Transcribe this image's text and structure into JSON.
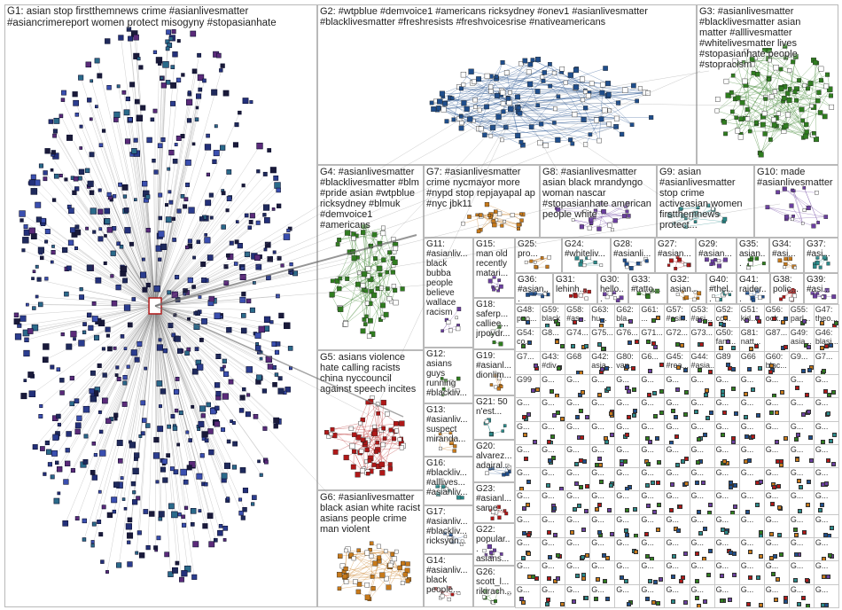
{
  "graph": {
    "groups": [
      {
        "id": "g1",
        "text": "G1: asian stop firstthemnews crime #asianlivesmatter #asiancrimereport women protect misogyny #stopasianhate"
      },
      {
        "id": "g2",
        "text": "G2: #wtpblue #demvoice1 #americans ricksydney #onev1 #asianlivesmatter #blacklivesmatter #freshresists #freshvoicesrise #nativeamericans"
      },
      {
        "id": "g3",
        "text": "G3: #asianlivesmatter #blacklivesmatter asian matter #alllivesmatter #whitelivesmatter lives #stopasianhate people #stopracism"
      },
      {
        "id": "g4",
        "text": "G4: #asianlivesmatter #blacklivesmatter #blm #pride asian #wtpblue ricksydney #blmuk #demvoice1 #americans"
      },
      {
        "id": "g7",
        "text": "G7: #asianlivesmatter crime nycmayor more #nypd stop repjayapal ap #nyc jbk11"
      },
      {
        "id": "g8",
        "text": "G8: #asianlivesmatter asian black mrandyngo woman nascar #stopasianhate american people white"
      },
      {
        "id": "g9",
        "text": "G9: asian #asianlivesmatter stop crime activeasian women firstthemnews protect..."
      },
      {
        "id": "g10",
        "text": "G10: made #asianlivesmatter"
      },
      {
        "id": "g5",
        "text": "G5: asians violence hate calling racists china nyccouncil against speech incites"
      },
      {
        "id": "g6",
        "text": "G6: #asianlivesmatter black asian white racist asians people crime man violent"
      },
      {
        "id": "g11",
        "text": "G11: #asianliv... black bubba people believe wallace racism"
      },
      {
        "id": "g15",
        "text": "G15: man old recently matari..."
      },
      {
        "id": "g25",
        "text": "G25: pro..."
      },
      {
        "id": "g24",
        "text": "G24: #whiteliv..."
      },
      {
        "id": "g28",
        "text": "G28: #asianli..."
      },
      {
        "id": "g27",
        "text": "G27: #asian..."
      },
      {
        "id": "g29",
        "text": "G29: #asian..."
      },
      {
        "id": "g35",
        "text": "G35: asian..."
      },
      {
        "id": "g34",
        "text": "G34: #asi..."
      },
      {
        "id": "g37",
        "text": "G37: #asi..."
      },
      {
        "id": "g36",
        "text": "G36: #asian..."
      },
      {
        "id": "g31",
        "text": "G31: lehinh..."
      },
      {
        "id": "g30",
        "text": "G30: hello..."
      },
      {
        "id": "g33",
        "text": "G33: #tatto..."
      },
      {
        "id": "g32",
        "text": "G32: asian..."
      },
      {
        "id": "g40",
        "text": "G40: #thel..."
      },
      {
        "id": "g41",
        "text": "G41: raider..."
      },
      {
        "id": "g38",
        "text": "G38: polic..."
      },
      {
        "id": "g39",
        "text": "G39: #asi..."
      },
      {
        "id": "g18",
        "text": "G18: saferp... calliee... jrpoydr..."
      },
      {
        "id": "g19",
        "text": "G19: #asianl... dionlim..."
      },
      {
        "id": "g12",
        "text": "G12: asians guys running #blackliv..."
      },
      {
        "id": "g21",
        "text": "G21: 50 n'est..."
      },
      {
        "id": "g13",
        "text": "G13: #asianliv... suspect miranda..."
      },
      {
        "id": "g20",
        "text": "G20: alvarez... adairal..."
      },
      {
        "id": "g16",
        "text": "G16: #blackliv... #alllives... #asianliv..."
      },
      {
        "id": "g23",
        "text": "G23: #asianl... same..."
      },
      {
        "id": "g17",
        "text": "G17: #asianliv... #blackliv... ricksydn..."
      },
      {
        "id": "g22",
        "text": "G22: popular... asians..."
      },
      {
        "id": "g14",
        "text": "G14: #asianliv... black people..."
      },
      {
        "id": "g26",
        "text": "G26: scott_l... rikirach..."
      }
    ],
    "small_clusters": [
      {
        "id": "g48",
        "text": "G48: peo..."
      },
      {
        "id": "g59",
        "text": "G59: black"
      },
      {
        "id": "g58",
        "text": "G58: #as..."
      },
      {
        "id": "g63",
        "text": "G63: hu..."
      },
      {
        "id": "g62",
        "text": "G62: bla..."
      },
      {
        "id": "g61",
        "text": "G61: ..."
      },
      {
        "id": "g57",
        "text": "G57: #asi..."
      },
      {
        "id": "g53",
        "text": "G53: #asi..."
      },
      {
        "id": "g52",
        "text": "G52: co..."
      },
      {
        "id": "g51",
        "text": "G51: kid..."
      },
      {
        "id": "g56",
        "text": "G56: ook..."
      },
      {
        "id": "g55",
        "text": "G55: parl..."
      },
      {
        "id": "g47",
        "text": "G47: theo..."
      },
      {
        "id": "g54",
        "text": "G54: co..."
      },
      {
        "id": "g8x",
        "text": "G8..."
      },
      {
        "id": "g74",
        "text": "G74..."
      },
      {
        "id": "g75",
        "text": "G75..."
      },
      {
        "id": "g76",
        "text": "G76..."
      },
      {
        "id": "g71",
        "text": "G71..."
      },
      {
        "id": "g72",
        "text": "G72..."
      },
      {
        "id": "g73",
        "text": "G73..."
      },
      {
        "id": "g50",
        "text": "G50: fant..."
      },
      {
        "id": "g81",
        "text": "G81: natt..."
      },
      {
        "id": "g87",
        "text": "G87..."
      },
      {
        "id": "g49",
        "text": "G49: asia..."
      },
      {
        "id": "g46",
        "text": "G46: blasi..."
      },
      {
        "id": "g7x",
        "text": "G7..."
      },
      {
        "id": "g43",
        "text": "G43: #div..."
      },
      {
        "id": "g68",
        "text": "G68"
      },
      {
        "id": "g42",
        "text": "G42: asia..."
      },
      {
        "id": "g80",
        "text": "G80: van..."
      },
      {
        "id": "g6x",
        "text": "G6..."
      },
      {
        "id": "g45",
        "text": "G45: #rea..."
      },
      {
        "id": "g44",
        "text": "G44: #asia..."
      },
      {
        "id": "g89",
        "text": "G89"
      },
      {
        "id": "g66",
        "text": "G66"
      },
      {
        "id": "g60",
        "text": "G60: blac..."
      },
      {
        "id": "g9x",
        "text": "G9..."
      },
      {
        "id": "g7y",
        "text": "G7..."
      },
      {
        "id": "g99",
        "text": "G99"
      }
    ],
    "grid_tile_label": "G...",
    "colors": {
      "panel_border": "#b9b9b9",
      "edge_gray": "#8a8a8a",
      "node_blue": "#1f4e8c",
      "node_green": "#2f7d1f",
      "node_red": "#b01818",
      "node_orange": "#c7791a",
      "node_purple": "#6b3fa0",
      "node_teal": "#2a8a8a"
    }
  }
}
